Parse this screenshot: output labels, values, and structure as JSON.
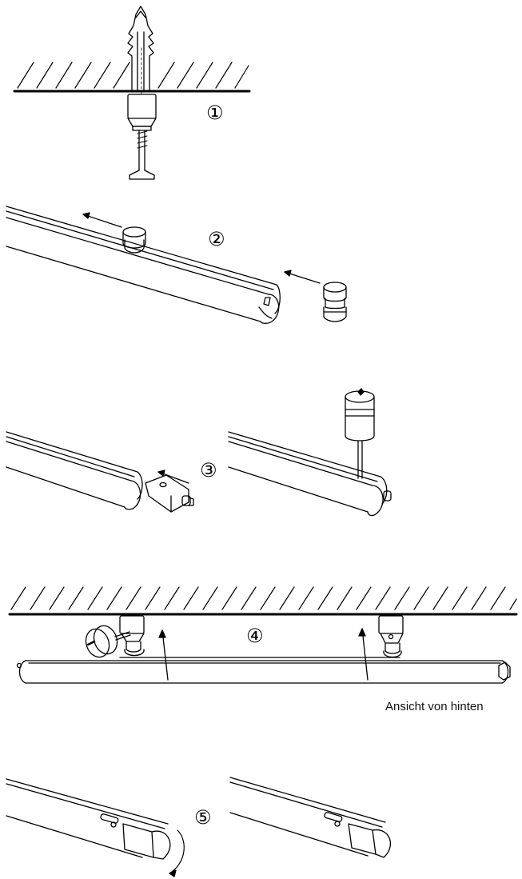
{
  "steps": [
    {
      "number": "①"
    },
    {
      "number": "②"
    },
    {
      "number": "③"
    },
    {
      "number": "④"
    },
    {
      "number": "⑤"
    }
  ],
  "step4_caption": "Ansicht von hinten",
  "colors": {
    "line": "#000000",
    "background": "#ffffff"
  }
}
